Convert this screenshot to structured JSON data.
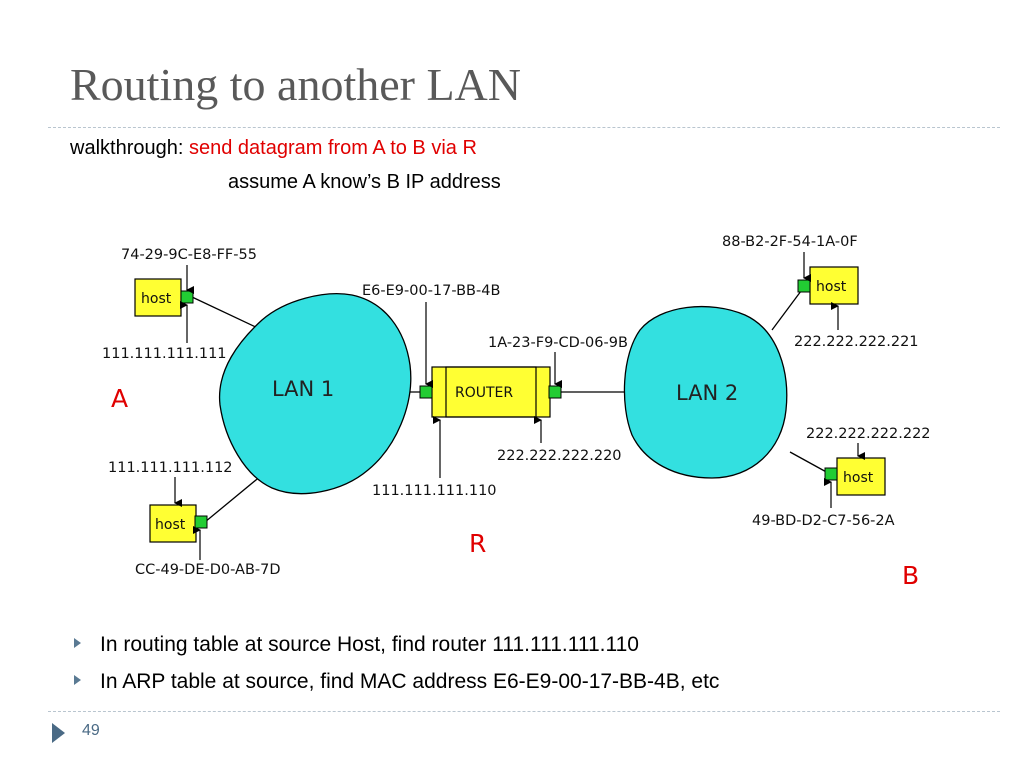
{
  "slide": {
    "title": "Routing to another LAN",
    "walkthrough_label": "walkthrough:",
    "walkthrough_text": "send datagram from A to B via R",
    "assume_text": "assume  A know’s B IP address",
    "page_number": "49"
  },
  "colors": {
    "title": "#595959",
    "accent_red": "#e00000",
    "lan_fill": "#33e0e0",
    "node_fill": "#ffff33",
    "nic_fill": "#22cc33",
    "rule": "#b9c5cf"
  },
  "diagram": {
    "hosts": [
      {
        "label": "host",
        "mac": "74-29-9C-E8-FF-55",
        "ip": "111.111.111.111"
      },
      {
        "label": "host",
        "mac": "CC-49-DE-D0-AB-7D",
        "ip": "111.111.111.112"
      },
      {
        "label": "host",
        "mac": "88-B2-2F-54-1A-0F",
        "ip": "222.222.222.221"
      },
      {
        "label": "host",
        "mac": "49-BD-D2-C7-56-2A",
        "ip": "222.222.222.222"
      }
    ],
    "router": {
      "label": "ROUTER",
      "left_mac": "E6-E9-00-17-BB-4B",
      "left_ip": "111.111.111.110",
      "right_mac": "1A-23-F9-CD-06-9B",
      "right_ip": "222.222.222.220"
    },
    "lans": [
      {
        "label": "LAN 1"
      },
      {
        "label": "LAN 2"
      }
    ],
    "markers": {
      "a": "A",
      "r": "R",
      "b": "B"
    }
  },
  "bullets": [
    "In routing table at source Host, find router 111.111.111.110",
    "In ARP table at source, find MAC address E6-E9-00-17-BB-4B, etc"
  ]
}
